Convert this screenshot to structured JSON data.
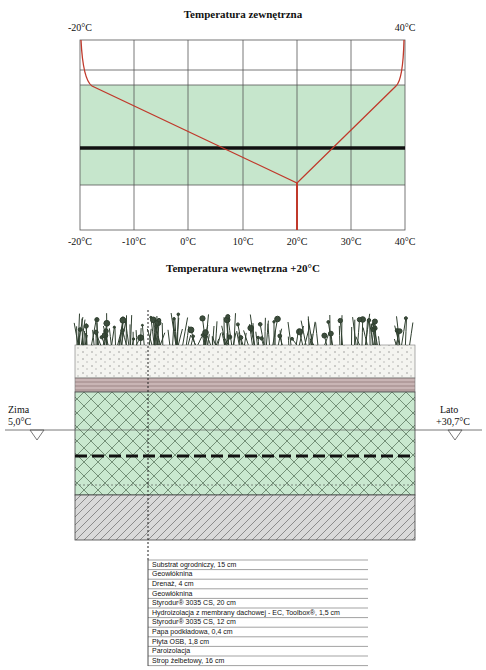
{
  "diagram": {
    "title": "Temperatura zewnętrzna",
    "labels": [
      "-20°C",
      "40°C",
      "-20°C",
      "-10°C",
      "0°C",
      "10°C",
      "20°C",
      "30°C",
      "40°C",
      "Temperatura wewnętrzna +20°C",
      "Zima",
      "5,0°C",
      "Lato",
      "+30,7°C",
      "Substrat ogrodniczy, 15 cm",
      "Geowłóknina",
      "Drenaż, 4 cm",
      "Geowłóknina",
      "Styrodur® 3035 CS, 20 cm",
      "Hydroizolacja z membrany dachowej - EC, Toolbox®, 1,5 cm",
      "Styrodur® 3035 CS, 12 cm",
      "Papa podkładowa, 0,4 cm",
      "Płyta OSB, 1,8 cm",
      "Paroizolacja",
      "Strop żelbetowy, 16 cm"
    ]
  }
}
